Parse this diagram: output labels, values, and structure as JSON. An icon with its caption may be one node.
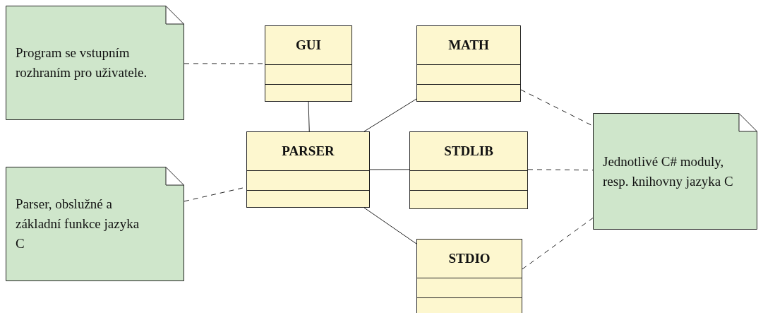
{
  "diagram": {
    "nodes": [
      {
        "text": [
          "Program se vstupním rozhraním pro uživatele."
        ]
      },
      {
        "text": [
          "GUI"
        ]
      },
      {
        "text": [
          "MATH"
        ]
      },
      {
        "text": [
          "Parser, obslužné a základní funkce jazyka C"
        ]
      },
      {
        "text": [
          "PARSER"
        ]
      },
      {
        "text": [
          "STDLIB"
        ]
      },
      {
        "text": [
          "Jednotlivé C# moduly, resp. knihovny jazyka C"
        ]
      },
      {
        "text": [
          "STDIO"
        ]
      }
    ],
    "edges": [
      {
        "from": 0,
        "to": 1,
        "arrow": "none",
        "style": "dashed"
      },
      {
        "from": 1,
        "to": 4,
        "arrow": "none"
      },
      {
        "from": 4,
        "to": 2,
        "arrow": "none"
      },
      {
        "from": 4,
        "to": 5,
        "arrow": "none"
      },
      {
        "from": 4,
        "to": 7,
        "arrow": "none"
      },
      {
        "from": 3,
        "to": 4,
        "arrow": "none",
        "style": "dashed"
      },
      {
        "from": 2,
        "to": 6,
        "arrow": "none",
        "style": "dashed"
      },
      {
        "from": 5,
        "to": 6,
        "arrow": "none",
        "style": "dashed"
      },
      {
        "from": 7,
        "to": 6,
        "arrow": "none",
        "style": "dashed"
      }
    ]
  }
}
